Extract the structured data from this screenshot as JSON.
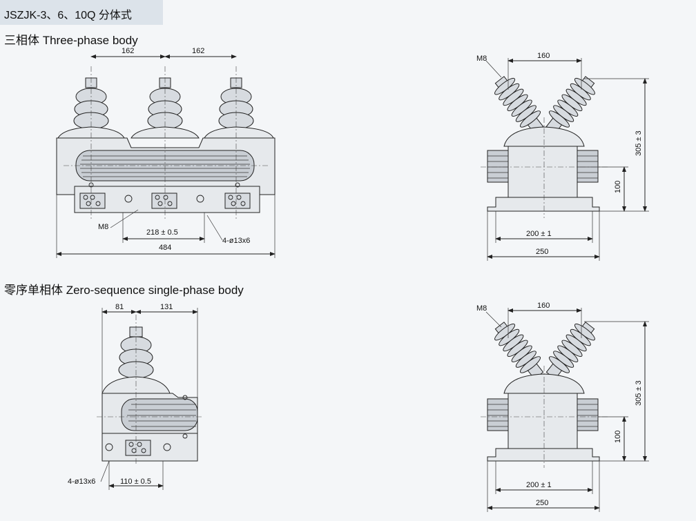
{
  "header": {
    "title": "JSZJK-3、6、10Q 分体式"
  },
  "sections": {
    "three_phase": {
      "label": "三相体  Three-phase body"
    },
    "zero_sequence": {
      "label": "零序单相体  Zero-sequence single-phase body"
    }
  },
  "dims": {
    "tp_front": {
      "d1": "162",
      "d2": "162",
      "d3": "218 ± 0.5",
      "d4": "484",
      "m8": "M8",
      "holes": "4-ø13x6"
    },
    "tp_side": {
      "m8": "M8",
      "top": "160",
      "h1": "305 ± 3",
      "h2": "100",
      "b1": "200 ± 1",
      "b2": "250"
    },
    "zs_front": {
      "d1": "81",
      "d2": "131",
      "holes": "4-ø13x6",
      "d3": "110 ± 0.5"
    },
    "zs_side": {
      "m8": "M8",
      "top": "160",
      "h1": "305 ± 3",
      "h2": "100",
      "b1": "200 ± 1",
      "b2": "250"
    }
  }
}
